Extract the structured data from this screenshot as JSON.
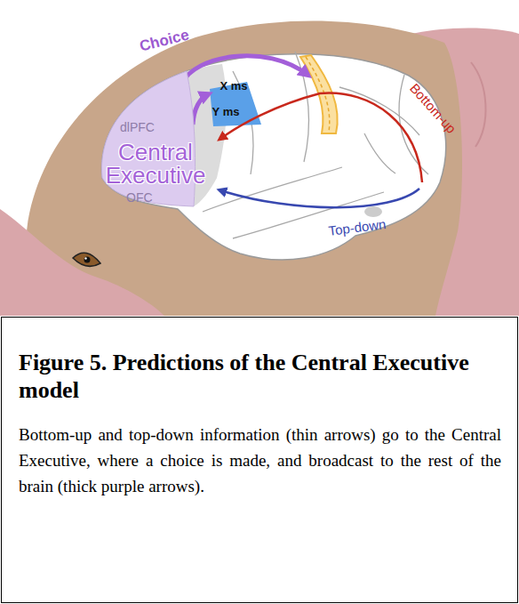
{
  "diagram": {
    "nodes": [
      {
        "text": [
          "dlPFC",
          "Central Executive",
          "OFC"
        ]
      },
      {
        "text": [
          "Figure 5. Predictions of the Central Executive model",
          "Bottom-up and top-down information (thin arrows) go to the Central Executive, where a choice is made, and broadcast to the rest of the brain (thick purple arrows)."
        ]
      }
    ],
    "labels": [
      "Choice",
      "X ms",
      "Y ms",
      "Bottom-up",
      "Top-down"
    ]
  }
}
